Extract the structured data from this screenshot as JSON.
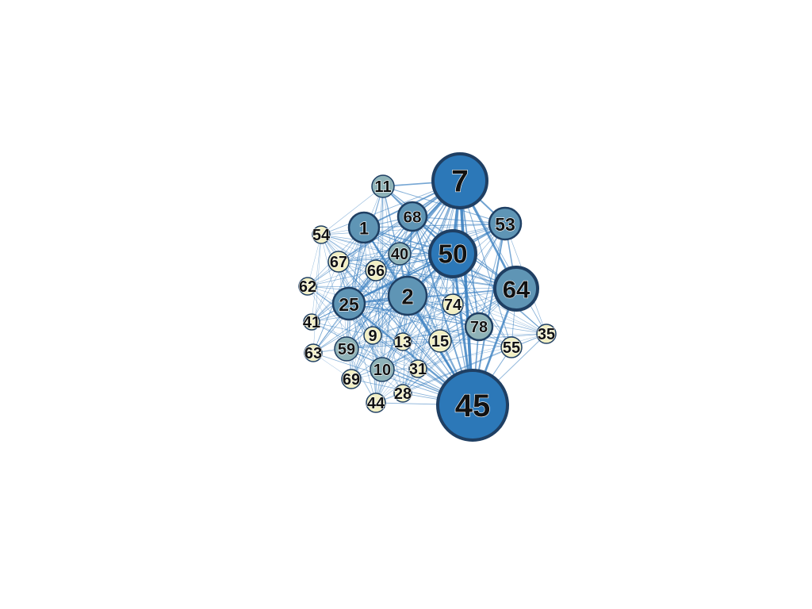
{
  "graph": {
    "nodes": [
      {
        "id": "7",
        "label": "7",
        "weight": 1.0
      },
      {
        "id": "45",
        "label": "45",
        "weight": 1.0
      },
      {
        "id": "50",
        "label": "50",
        "weight": 0.8
      },
      {
        "id": "64",
        "label": "64",
        "weight": 0.7
      },
      {
        "id": "2",
        "label": "2",
        "weight": 0.7
      },
      {
        "id": "25",
        "label": "25",
        "weight": 0.6
      },
      {
        "id": "53",
        "label": "53",
        "weight": 0.5
      },
      {
        "id": "1",
        "label": "1",
        "weight": 0.45
      },
      {
        "id": "68",
        "label": "68",
        "weight": 0.45
      },
      {
        "id": "11",
        "label": "11",
        "weight": 0.4
      },
      {
        "id": "78",
        "label": "78",
        "weight": 0.4
      },
      {
        "id": "40",
        "label": "40",
        "weight": 0.3
      },
      {
        "id": "10",
        "label": "10",
        "weight": 0.3
      },
      {
        "id": "59",
        "label": "59",
        "weight": 0.3
      },
      {
        "id": "74",
        "label": "74",
        "weight": 0.25
      },
      {
        "id": "66",
        "label": "66",
        "weight": 0.25
      },
      {
        "id": "67",
        "label": "67",
        "weight": 0.25
      },
      {
        "id": "15",
        "label": "15",
        "weight": 0.2
      },
      {
        "id": "55",
        "label": "55",
        "weight": 0.2
      },
      {
        "id": "35",
        "label": "35",
        "weight": 0.15
      },
      {
        "id": "54",
        "label": "54",
        "weight": 0.15
      },
      {
        "id": "62",
        "label": "62",
        "weight": 0.15
      },
      {
        "id": "41",
        "label": "41",
        "weight": 0.15
      },
      {
        "id": "63",
        "label": "63",
        "weight": 0.15
      },
      {
        "id": "9",
        "label": "9",
        "weight": 0.15
      },
      {
        "id": "13",
        "label": "13",
        "weight": 0.15
      },
      {
        "id": "31",
        "label": "31",
        "weight": 0.15
      },
      {
        "id": "69",
        "label": "69",
        "weight": 0.15
      },
      {
        "id": "28",
        "label": "28",
        "weight": 0.15
      },
      {
        "id": "44",
        "label": "44",
        "weight": 0.15
      }
    ],
    "colors": {
      "edge": "#3a7fc0",
      "node_high": "#2c78b8",
      "node_mid": "#5f95b5",
      "node_low_mid": "#8fb3b8",
      "node_low": "#f2efc4",
      "node_stroke": "#1f3f63",
      "label": "#111111"
    }
  }
}
